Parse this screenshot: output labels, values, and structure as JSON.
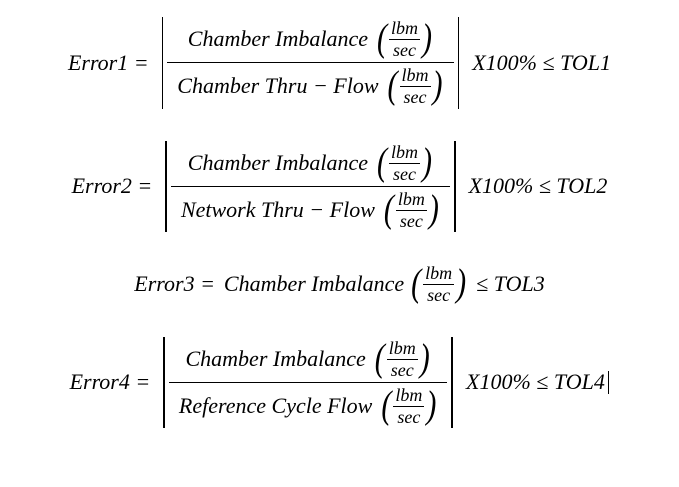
{
  "page": {
    "background": "#ffffff",
    "text_color": "#000000"
  },
  "symbols": {
    "open_paren": "(",
    "close_paren": ")"
  },
  "unit": {
    "top": "lbm",
    "bottom": "sec"
  },
  "equations": [
    {
      "label": "Error1 =",
      "numerator": "Chamber Imbalance",
      "denominator": "Chamber Thru − Flow",
      "suffix": "X100% ≤ TOL1"
    },
    {
      "label": "Error2 =",
      "numerator": "Chamber Imbalance",
      "denominator": "Network Thru − Flow",
      "suffix": "X100% ≤ TOL2"
    },
    {
      "label": "Error3 =",
      "body": "Chamber Imbalance",
      "suffix": "≤ TOL3"
    },
    {
      "label": "Error4 =",
      "numerator": "Chamber Imbalance",
      "denominator": "Reference Cycle Flow",
      "suffix": "X100% ≤ TOL4"
    }
  ]
}
